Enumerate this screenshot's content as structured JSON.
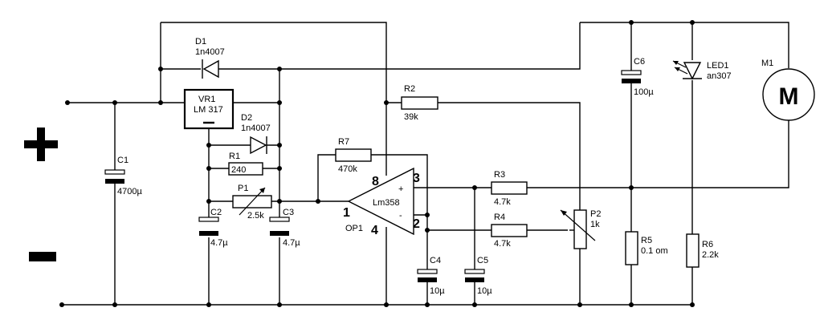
{
  "terminals": {
    "positive": "+",
    "negative": "-"
  },
  "components": {
    "d1": {
      "ref": "D1",
      "part": "1n4007"
    },
    "d2": {
      "ref": "D2",
      "part": "1n4007"
    },
    "vr1": {
      "ref": "VR1",
      "part": "LM 317"
    },
    "r1": {
      "ref": "R1",
      "value": "240"
    },
    "p1": {
      "ref": "P1",
      "value": "2.5k"
    },
    "c1": {
      "ref": "C1",
      "value": "4700µ"
    },
    "c2": {
      "ref": "C2",
      "value": "4.7µ"
    },
    "c3": {
      "ref": "C3",
      "value": "4.7µ"
    },
    "r7": {
      "ref": "R7",
      "value": "470k"
    },
    "r2": {
      "ref": "R2",
      "value": "39k"
    },
    "op1": {
      "ref": "OP1",
      "part": "Lm358",
      "pin_8": "8",
      "pin_3": "3",
      "pin_2": "2",
      "pin_1": "1",
      "pin_4": "4",
      "plus": "+",
      "minus": "-"
    },
    "r3": {
      "ref": "R3",
      "value": "4.7k"
    },
    "r4": {
      "ref": "R4",
      "value": "4.7k"
    },
    "c4": {
      "ref": "C4",
      "value": "10µ"
    },
    "c5": {
      "ref": "C5",
      "value": "10µ"
    },
    "p2": {
      "ref": "P2",
      "value": "1k"
    },
    "c6": {
      "ref": "C6",
      "value": "100µ"
    },
    "led1": {
      "ref": "LED1",
      "part": "an307"
    },
    "r5": {
      "ref": "R5",
      "value": "0.1 om"
    },
    "r6": {
      "ref": "R6",
      "value": "2.2k"
    },
    "m1": {
      "ref": "M1",
      "symbol": "M"
    }
  }
}
